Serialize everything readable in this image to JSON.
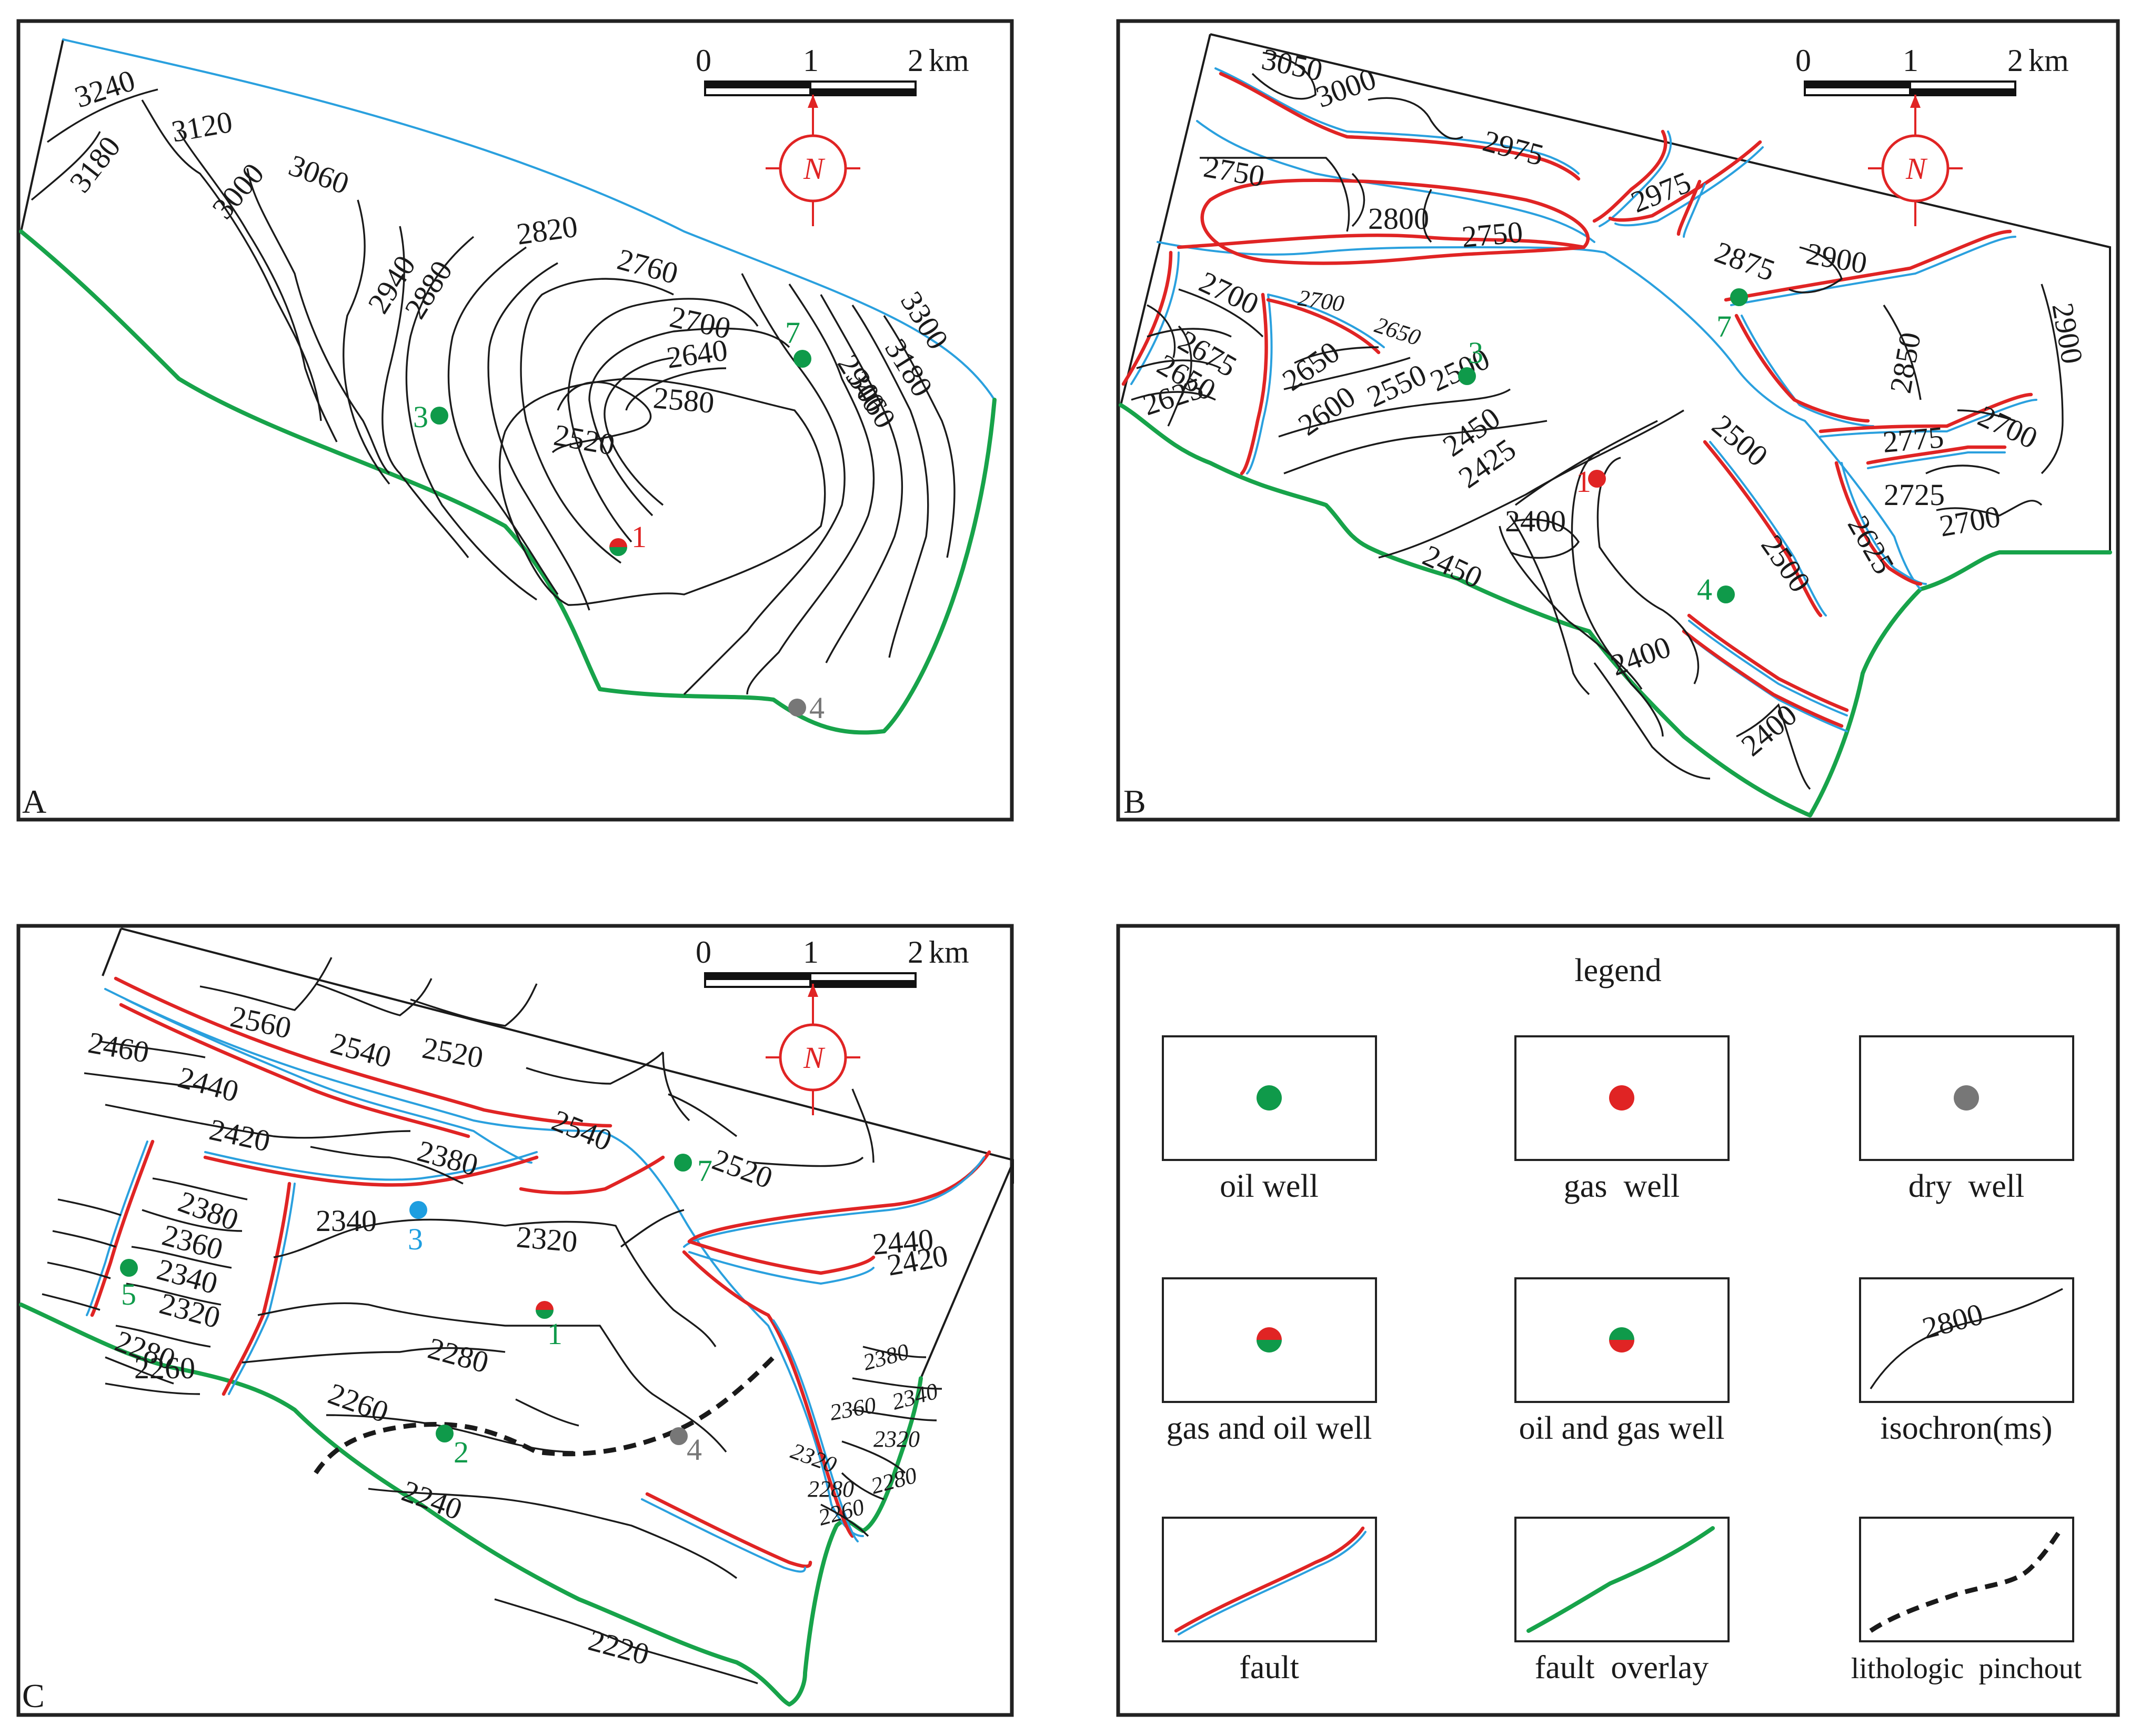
{
  "scale_bar": {
    "tick_0": "0",
    "tick_1": "1",
    "tick_2": "2",
    "unit": "km"
  },
  "north_arrow": {
    "letter": "N",
    "icon": "north-arrow-icon",
    "color": "#e02424"
  },
  "colors": {
    "oil": "#0f9a4a",
    "gas": "#e02424",
    "dry": "#777777",
    "water": "#1e9ee0",
    "fault_red": "#e02424",
    "fault_blue": "#2aa0de",
    "overlay": "#17a34a"
  },
  "panels": {
    "A": {
      "label": "A",
      "contour_labels": [
        "3240",
        "3180",
        "3120",
        "3060",
        "3000",
        "2940",
        "2880",
        "2820",
        "2760",
        "2700",
        "2640",
        "2580",
        "2520",
        "3300",
        "3180",
        "3060",
        "2940"
      ],
      "wells": [
        {
          "label": "3",
          "type": "oil"
        },
        {
          "label": "7",
          "type": "oil"
        },
        {
          "label": "1",
          "type": "gas-and-oil"
        },
        {
          "label": "4",
          "type": "dry"
        }
      ]
    },
    "B": {
      "label": "B",
      "contour_labels": [
        "3050",
        "3000",
        "2975",
        "2975",
        "2750",
        "2800",
        "2750",
        "2875",
        "2900",
        "2700",
        "2700",
        "2650",
        "2675",
        "2650",
        "2625",
        "2650",
        "2600",
        "2550",
        "2500",
        "2450",
        "2425",
        "2400",
        "2450",
        "2850",
        "2900",
        "2775",
        "2700",
        "2725",
        "2700",
        "2500",
        "2500",
        "2625",
        "2400",
        "2400"
      ],
      "wells": [
        {
          "label": "3",
          "type": "oil"
        },
        {
          "label": "7",
          "type": "oil"
        },
        {
          "label": "1",
          "type": "gas"
        },
        {
          "label": "4",
          "type": "oil"
        }
      ]
    },
    "C": {
      "label": "C",
      "contour_labels": [
        "2560",
        "2540",
        "2520",
        "2460",
        "2440",
        "2420",
        "2540",
        "2520",
        "2380",
        "2380",
        "2360",
        "2340",
        "2320",
        "2280",
        "2260",
        "2340",
        "2320",
        "2280",
        "2260",
        "2240",
        "2220",
        "2440",
        "2420",
        "2380",
        "2360",
        "2340",
        "2320",
        "2320",
        "2280",
        "2260",
        "2280"
      ],
      "wells": [
        {
          "label": "3",
          "type": "water"
        },
        {
          "label": "7",
          "type": "oil"
        },
        {
          "label": "5",
          "type": "oil"
        },
        {
          "label": "1",
          "type": "gas-and-oil"
        },
        {
          "label": "2",
          "type": "oil"
        },
        {
          "label": "4",
          "type": "dry"
        }
      ]
    }
  },
  "legend": {
    "title": "legend",
    "items": [
      {
        "label": "oil well",
        "symbol": "oil"
      },
      {
        "label": "gas  well",
        "symbol": "gas"
      },
      {
        "label": "dry  well",
        "symbol": "dry"
      },
      {
        "label": "gas and oil well",
        "symbol": "gas-and-oil"
      },
      {
        "label": "oil and gas well",
        "symbol": "oil-and-gas"
      },
      {
        "label": "isochron(ms)",
        "symbol": "isochron",
        "sample_value": "2800"
      },
      {
        "label": "fault",
        "symbol": "fault"
      },
      {
        "label": "fault  overlay",
        "symbol": "fault-overlay"
      },
      {
        "label": "lithologic  pinchout",
        "symbol": "pinchout"
      }
    ]
  }
}
